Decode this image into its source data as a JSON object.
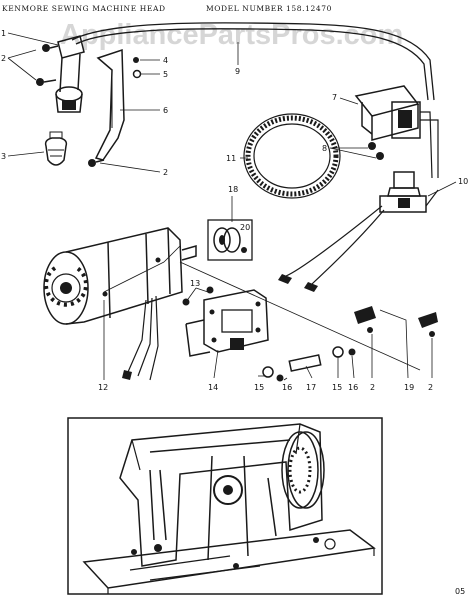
{
  "header": {
    "left_title": "KENMORE SEWING MACHINE HEAD",
    "right_title": "MODEL NUMBER 158.12470"
  },
  "watermark": "AppliancePartsPros.com",
  "callouts": [
    "1",
    "2",
    "3",
    "2",
    "4",
    "5",
    "6",
    "7",
    "8",
    "9",
    "10",
    "11",
    "12",
    "13",
    "14",
    "15",
    "16",
    "17",
    "15",
    "16",
    "2",
    "19",
    "2",
    "18",
    "20"
  ],
  "page_code": "05"
}
